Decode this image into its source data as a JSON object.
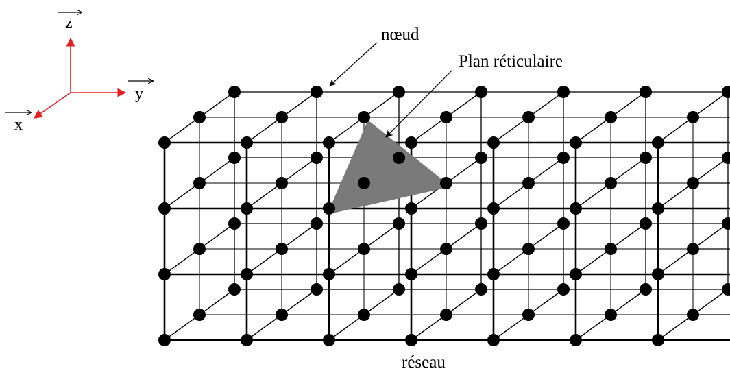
{
  "axes": {
    "z_label": "z",
    "y_label": "y",
    "x_label": "x",
    "axis_color": "#e41e1e"
  },
  "annotations": {
    "node": "nœud",
    "plane": "Plan réticulaire",
    "lattice": "réseau"
  },
  "lattice": {
    "columns": 7,
    "rows": 4,
    "depth_layers": 3,
    "node_color": "#000000",
    "line_color": "#000000",
    "plane_color": "#7a7a7a"
  }
}
